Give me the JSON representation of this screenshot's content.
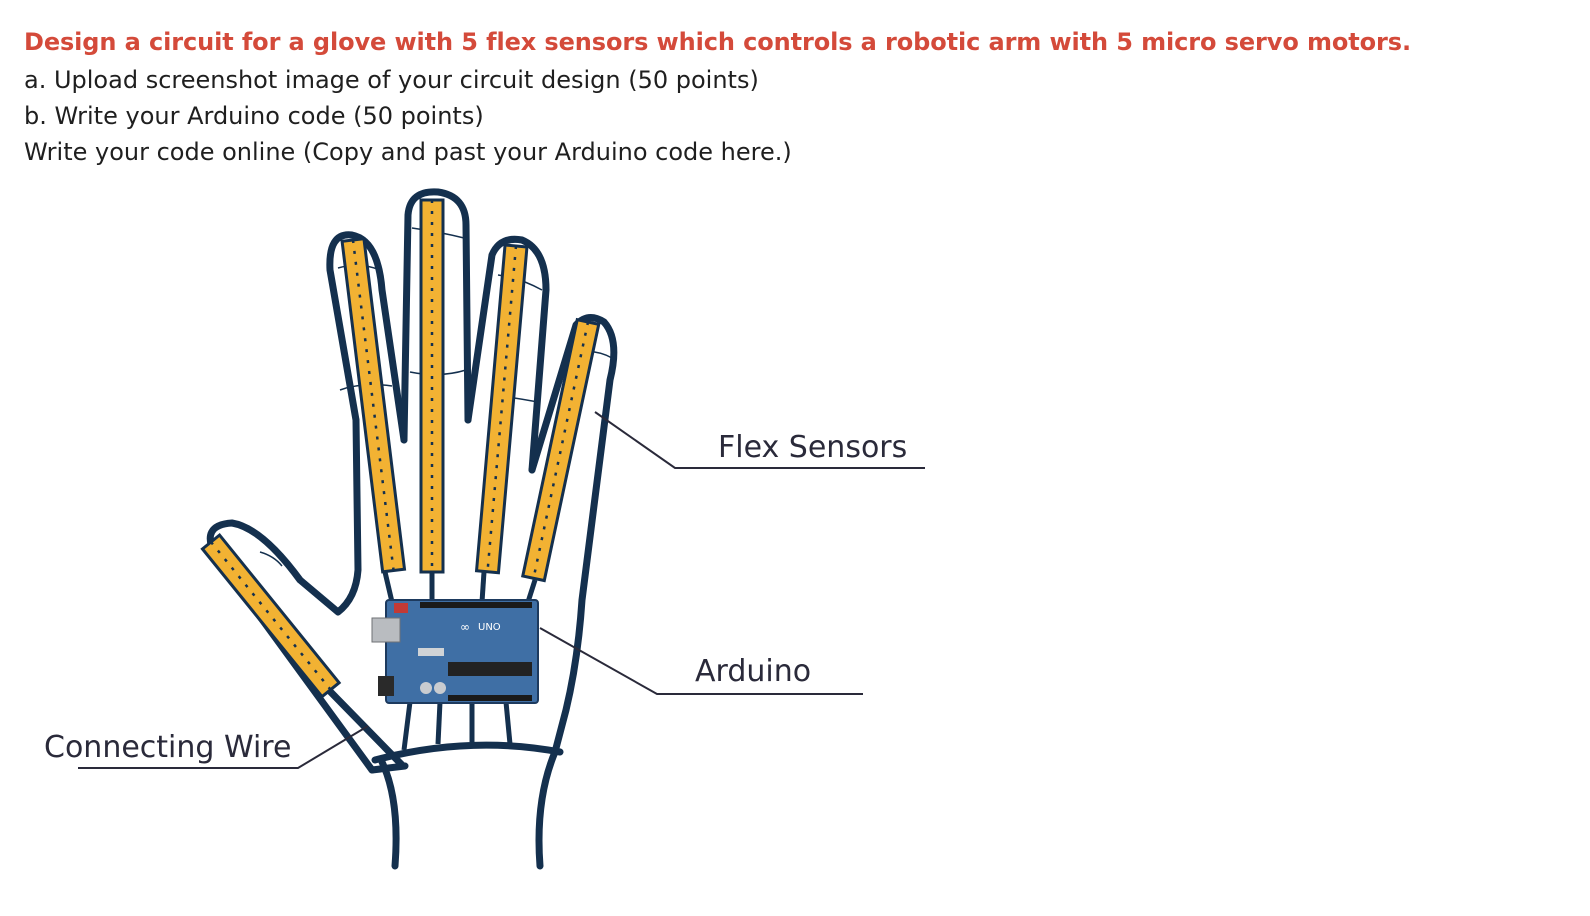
{
  "question": {
    "title": "Design a circuit for a glove with 5 flex sensors which controls a robotic arm with 5 micro servo motors.",
    "items": [
      "a. Upload screenshot image of your circuit design (50 points)",
      "b. Write your Arduino code (50 points)",
      "Write your code online (Copy and past your Arduino code here.)"
    ]
  },
  "figure": {
    "labels": {
      "flex_sensors": "Flex Sensors",
      "arduino": "Arduino",
      "connecting_wire": "Connecting Wire"
    },
    "board_mark": "UNO"
  },
  "colors": {
    "title": "#d44a3a",
    "outline": "#14304e",
    "sensor_fill": "#f2b233",
    "board": "#3f6fa5"
  }
}
